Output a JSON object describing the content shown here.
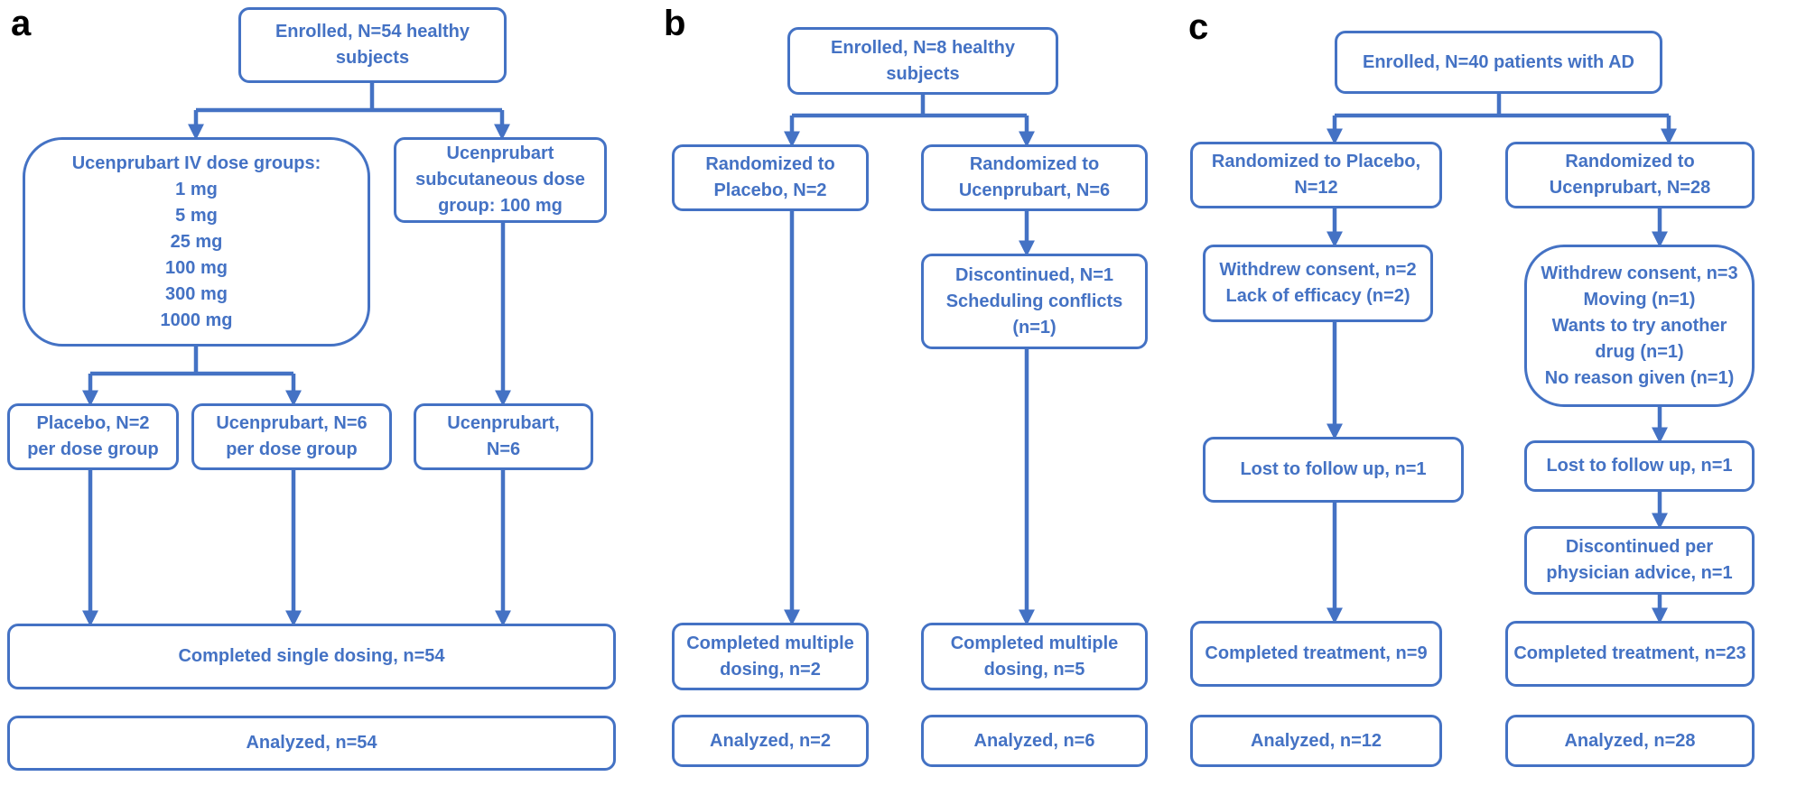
{
  "accent_color": "#4472C4",
  "panels": {
    "a": {
      "label": "a",
      "enrolled": [
        "Enrolled, N=54 healthy",
        "subjects"
      ],
      "iv_groups": [
        "Ucenprubart IV dose groups:",
        "1 mg",
        "5 mg",
        "25 mg",
        "100 mg",
        "300 mg",
        "1000 mg"
      ],
      "subq_group": [
        "Ucenprubart",
        "subcutaneous dose",
        "group: 100 mg"
      ],
      "placebo": [
        "Placebo, N=2",
        "per dose group"
      ],
      "ucen_iv": [
        "Ucenprubart, N=6",
        "per dose group"
      ],
      "ucen_sc": [
        "Ucenprubart,",
        "N=6"
      ],
      "completed": [
        "Completed single dosing, n=54"
      ],
      "analyzed": [
        "Analyzed, n=54"
      ]
    },
    "b": {
      "label": "b",
      "enrolled": [
        "Enrolled, N=8 healthy",
        "subjects"
      ],
      "rand_placebo": [
        "Randomized to",
        "Placebo, N=2"
      ],
      "rand_ucen": [
        "Randomized to",
        "Ucenprubart,  N=6"
      ],
      "discontinued": [
        "Discontinued,  N=1",
        "Scheduling conflicts",
        "(n=1)"
      ],
      "completed_placebo": [
        "Completed multiple",
        "dosing, n=2"
      ],
      "completed_ucen": [
        "Completed multiple",
        "dosing, n=5"
      ],
      "analyzed_placebo": [
        "Analyzed, n=2"
      ],
      "analyzed_ucen": [
        "Analyzed, n=6"
      ]
    },
    "c": {
      "label": "c",
      "enrolled": [
        "Enrolled, N=40 patients with AD"
      ],
      "rand_placebo": [
        "Randomized to Placebo,",
        "N=12"
      ],
      "rand_ucen": [
        "Randomized to",
        "Ucenprubart, N=28"
      ],
      "withdrew_placebo": [
        "Withdrew consent, n=2",
        "Lack of efficacy (n=2)"
      ],
      "withdrew_ucen": [
        "Withdrew consent, n=3",
        "Moving (n=1)",
        "Wants to try another",
        "drug (n=1)",
        "No reason given (n=1)"
      ],
      "lost_placebo": [
        "Lost to follow up, n=1"
      ],
      "lost_ucen": [
        "Lost to follow up, n=1"
      ],
      "discontinued_ucen": [
        "Discontinued per",
        "physician advice, n=1"
      ],
      "completed_placebo": [
        "Completed treatment, n=9"
      ],
      "completed_ucen": [
        "Completed treatment, n=23"
      ],
      "analyzed_placebo": [
        "Analyzed, n=12"
      ],
      "analyzed_ucen": [
        "Analyzed, n=28"
      ]
    }
  }
}
